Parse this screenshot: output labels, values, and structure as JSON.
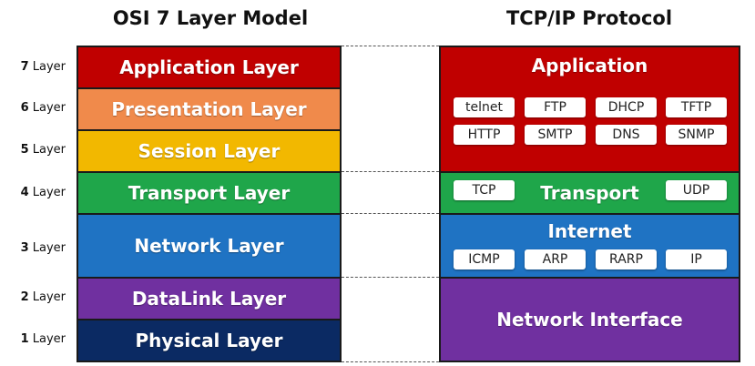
{
  "titles": {
    "osi": "OSI 7 Layer Model",
    "tcp": "TCP/IP Protocol"
  },
  "layer_labels": [
    {
      "num": "7",
      "word": "Layer"
    },
    {
      "num": "6",
      "word": "Layer"
    },
    {
      "num": "5",
      "word": "Layer"
    },
    {
      "num": "4",
      "word": "Layer"
    },
    {
      "num": "3",
      "word": "Layer"
    },
    {
      "num": "2",
      "word": "Layer"
    },
    {
      "num": "1",
      "word": "Layer"
    }
  ],
  "osi_layers": [
    {
      "name": "Application Layer",
      "color": "#c00000"
    },
    {
      "name": "Presentation Layer",
      "color": "#f08a4b"
    },
    {
      "name": "Session Layer",
      "color": "#f2b800"
    },
    {
      "name": "Transport Layer",
      "color": "#1fa64a"
    },
    {
      "name": "Network Layer",
      "color": "#1f73c3"
    },
    {
      "name": "DataLink Layer",
      "color": "#7030a0"
    },
    {
      "name": "Physical Layer",
      "color": "#0b2a63"
    }
  ],
  "tcp_layers": {
    "application": {
      "name": "Application",
      "color": "#c00000",
      "protocols": [
        "telnet",
        "FTP",
        "DHCP",
        "TFTP",
        "HTTP",
        "SMTP",
        "DNS",
        "SNMP"
      ]
    },
    "transport": {
      "name": "Transport",
      "color": "#1fa64a",
      "protocols": [
        "TCP",
        "UDP"
      ]
    },
    "internet": {
      "name": "Internet",
      "color": "#1f73c3",
      "protocols": [
        "ICMP",
        "ARP",
        "RARP",
        "IP"
      ]
    },
    "network_interface": {
      "name": "Network Interface",
      "color": "#7030a0"
    }
  }
}
